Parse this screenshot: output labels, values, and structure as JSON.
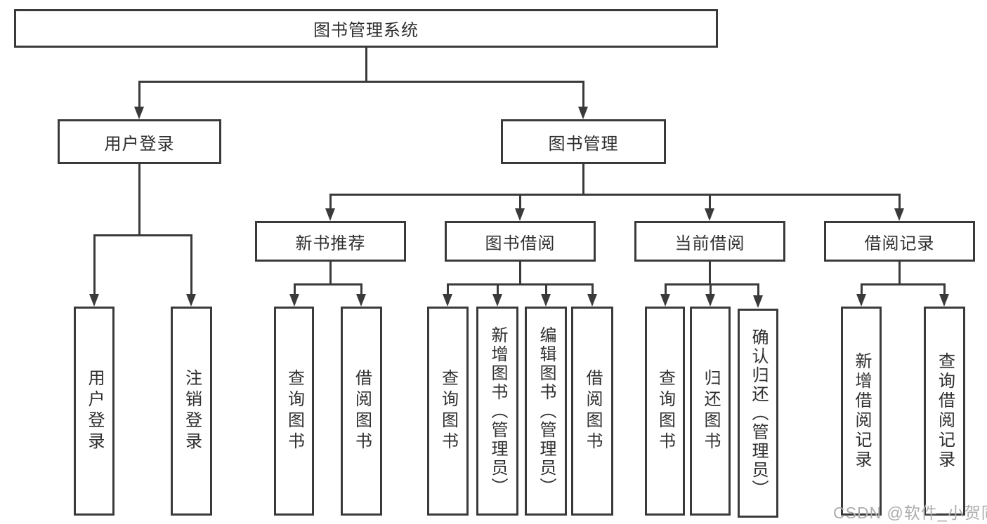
{
  "diagram": {
    "root": {
      "label": "图书管理系统"
    },
    "level2": [
      {
        "label": "用户登录"
      },
      {
        "label": "图书管理"
      }
    ],
    "level3": [
      {
        "label": "新书推荐"
      },
      {
        "label": "图书借阅"
      },
      {
        "label": "当前借阅"
      },
      {
        "label": "借阅记录"
      }
    ],
    "leaves": [
      {
        "label": "用户登录"
      },
      {
        "label": "注销登录"
      },
      {
        "label": "查询图书"
      },
      {
        "label": "借阅图书"
      },
      {
        "label": "查询图书"
      },
      {
        "label": "新增图书（管理员）"
      },
      {
        "label": "编辑图书（管理员）"
      },
      {
        "label": "借阅图书"
      },
      {
        "label": "查询图书"
      },
      {
        "label": "归还图书"
      },
      {
        "label": "确认归还（管理员）"
      },
      {
        "label": "新增借阅记录"
      },
      {
        "label": "查询借阅记录"
      }
    ]
  },
  "watermark": {
    "text": "CSDN @软件_小贺同学",
    "color": "#adadad"
  },
  "colors": {
    "line": "#3a3a3a",
    "text": "#2f2f2f",
    "background": "#ffffff"
  }
}
